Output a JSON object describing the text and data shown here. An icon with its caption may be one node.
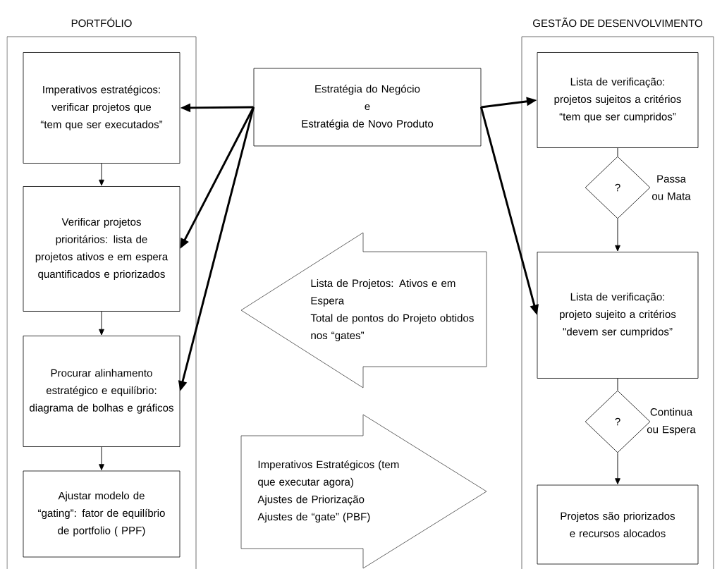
{
  "diagram": {
    "nodes": [
      {
        "text": [
          "PORTFÓLIO"
        ]
      },
      {
        "text": [
          "Imperativos estratégicos: verificar projetos que “tem que ser executados”"
        ],
        "in": 0
      },
      {
        "text": [
          "Verificar projetos prioritários: lista de projetos ativos e em espera quantificados e priorizados"
        ],
        "in": 0
      },
      {
        "text": [
          "Procurar alinhamento estratégico e equilíbrio: diagrama de bolhas e gráficos"
        ],
        "in": 0
      },
      {
        "text": [
          "Ajustar modelo de “gating”: fator de equilíbrio de portfolio ( PPF)"
        ],
        "in": 0
      },
      {
        "text": [
          "Estratégia do Negócio",
          "e",
          "Estratégia de Novo Produto"
        ]
      },
      {
        "text": [
          "Lista de Projetos: Ativos e em Espera",
          "Total de pontos do Projeto obtidos nos “gates”"
        ]
      },
      {
        "text": [
          "Imperativos Estratégicos (tem que executar agora)",
          "Ajustes de Priorização",
          "Ajustes de “gate” (PBF)"
        ]
      },
      {
        "text": [
          "GESTÃO DE DESENVOLVIMENTO"
        ]
      },
      {
        "text": [
          "Lista de verificação: projetos sujeitos a critérios “tem que ser cumpridos”"
        ],
        "in": 8
      },
      {
        "text": [
          "?"
        ],
        "beside": [
          "Passa ou Mata"
        ],
        "in": 8
      },
      {
        "text": [
          "Lista de verificação: projeto sujeito a critérios \"devem ser cumpridos”"
        ],
        "in": 8
      },
      {
        "text": [
          "?"
        ],
        "beside": [
          "Continua ou Espera"
        ],
        "in": 8
      },
      {
        "text": [
          "Projetos são priorizados e recursos alocados"
        ],
        "in": 8
      }
    ],
    "edges": [
      {
        "from": 1,
        "to": 2,
        "arrow": "to"
      },
      {
        "from": 2,
        "to": 3,
        "arrow": "to"
      },
      {
        "from": 3,
        "to": 4,
        "arrow": "to"
      },
      {
        "from": 5,
        "to": 1,
        "arrow": "to",
        "style": "thick"
      },
      {
        "from": 5,
        "to": 2,
        "arrow": "to",
        "style": "thick"
      },
      {
        "from": 5,
        "to": 3,
        "arrow": "to",
        "style": "thick"
      },
      {
        "from": 5,
        "to": 9,
        "arrow": "to",
        "style": "thick"
      },
      {
        "from": 5,
        "to": 11,
        "arrow": "to",
        "style": "thick"
      },
      {
        "from": 9,
        "to": 10,
        "arrow": "none"
      },
      {
        "from": 10,
        "to": 11,
        "arrow": "to"
      },
      {
        "from": 11,
        "to": 12,
        "arrow": "none"
      },
      {
        "from": 12,
        "to": 13,
        "arrow": "to"
      }
    ]
  }
}
